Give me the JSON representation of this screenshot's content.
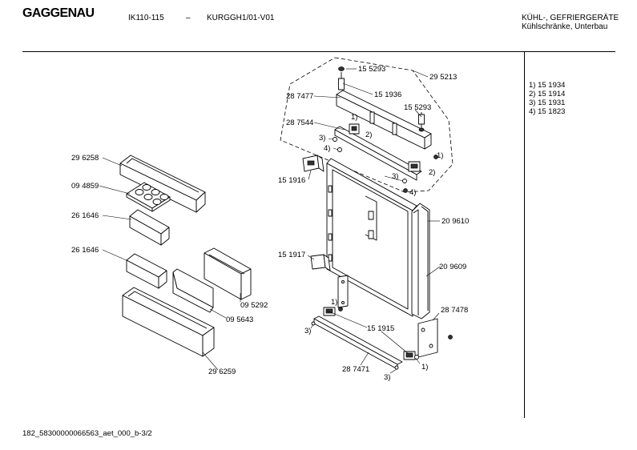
{
  "header": {
    "brand": "GAGGENAU",
    "model": "IK110-115",
    "separator": "–",
    "code": "KURGGH1/01-V01",
    "category": "KÜHL-, GEFRIERGERÄTE",
    "subcategory": "Kühlschränke, Unterbau"
  },
  "legend": [
    "1)  15 1934",
    "2)  15 1914",
    "3)  15 1931",
    "4)  15 1823"
  ],
  "footer": "182_58300000066563_aet_000_b-3/2",
  "part_labels": [
    "15 5293",
    "29 5213",
    "15 1936",
    "28 7477",
    "15 5293",
    "28 7544",
    "1)",
    "2)",
    "3)",
    "4)",
    "1)",
    "2)",
    "3)",
    "4)",
    "15 1916",
    "20 9610",
    "15 1917",
    "20 9609",
    "29 6258",
    "09 4859",
    "26 1646",
    "26 1646",
    "09 5292",
    "09 5643",
    "29 6259",
    "1)",
    "3)",
    "15 1915",
    "28 7478",
    "1)",
    "28 7471",
    "3)"
  ]
}
